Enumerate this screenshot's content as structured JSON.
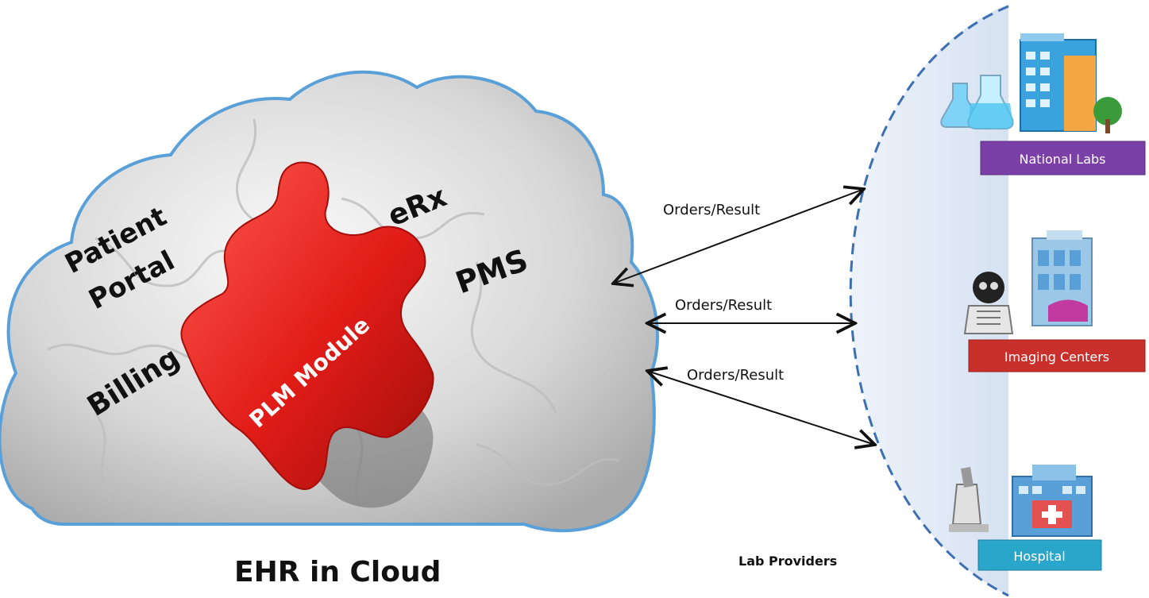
{
  "cloud": {
    "modules": {
      "patient_portal_line1": "Patient",
      "patient_portal_line2": "Portal",
      "erx": "eRx",
      "pms": "PMS",
      "billing": "Billing",
      "plm": "PLM Module"
    },
    "caption": "EHR in Cloud"
  },
  "arrows": [
    {
      "label": "Orders/Result"
    },
    {
      "label": "Orders/Result"
    },
    {
      "label": "Orders/Result"
    }
  ],
  "providers": {
    "caption": "Lab Providers",
    "items": [
      {
        "label": "National Labs",
        "color": "#7b3fa8"
      },
      {
        "label": "Imaging Centers",
        "color": "#c9302c"
      },
      {
        "label": "Hospital",
        "color": "#2ba6cb"
      }
    ]
  },
  "colors": {
    "cloud_outline": "#5aa0d8",
    "plm_piece": "#e8231f",
    "region_fill": "#dfe8f5",
    "region_border": "#3d6fb3"
  }
}
